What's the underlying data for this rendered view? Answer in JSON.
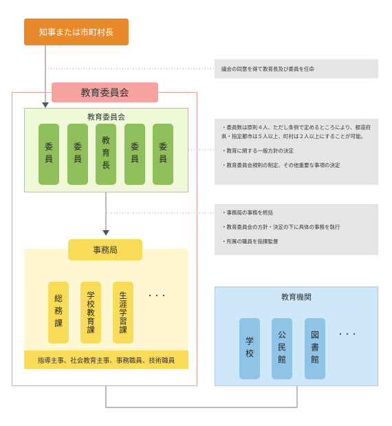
{
  "governor": "知事または市町村長",
  "board": {
    "title": "教育委員会",
    "inner_title": "教育委員会",
    "members": [
      "委員",
      "委員",
      "教育長",
      "委員",
      "委員"
    ]
  },
  "notes": {
    "appoint": "議会の同意を得て教育長及び委員を任命",
    "board": [
      "・委員数は原則４人、ただし条例で定めるところにより、都道府県・指定都市は５人以上、町村は２人以上にすることが可能。",
      "・教育に関する一般方針の決定",
      "・教育委員会規則の制定、その他重要な事項の決定"
    ],
    "secretariat": [
      "・事務局の事務を統括",
      "・教育委員会の方針・決定の下に具体の事務を執行",
      "・所属の職員を指揮監督"
    ]
  },
  "secretariat": {
    "title": "事務局",
    "sections": [
      "総務課",
      "学校教育課",
      "生涯学習課"
    ],
    "ellipsis": "・・・",
    "staff": "指導主事、社会教育主事、事務職員、技術職員"
  },
  "institutions": {
    "title": "教育機関",
    "items": [
      "学校",
      "公民館",
      "図書館"
    ],
    "ellipsis": "・・・"
  },
  "colors": {
    "orange": "#e8892a",
    "pink_header": "#f4a3a0",
    "board_border": "#e9a09c",
    "green_bg": "#eff9d8",
    "green_border": "#a9cf6a",
    "green_pill": "#8fbf5a",
    "yellow_bg": "#fff6d2",
    "yellow_pill": "#f9db5a",
    "blue_bg": "#cfe8f9",
    "blue_pill": "#8fc3e8",
    "note_bg": "#e5e5e5"
  }
}
